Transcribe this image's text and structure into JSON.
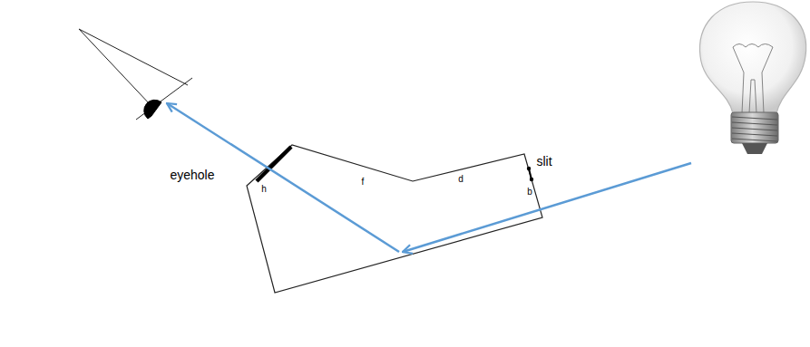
{
  "diagram": {
    "labels": [
      "eyehole",
      "slit",
      "h",
      "f",
      "d",
      "b"
    ]
  }
}
